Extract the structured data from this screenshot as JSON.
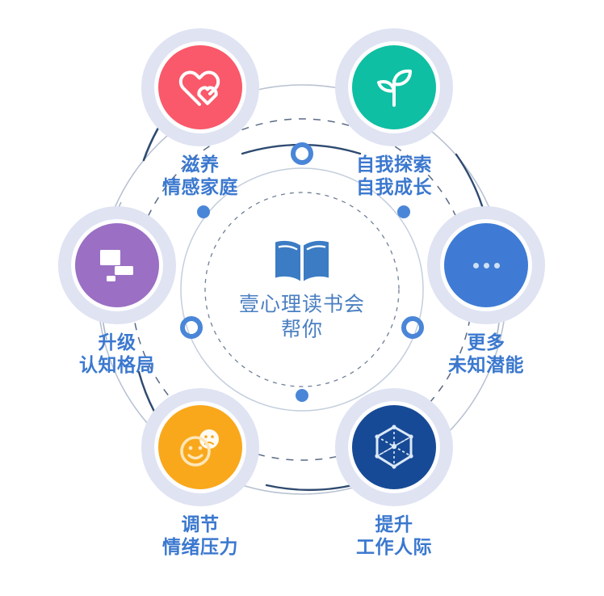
{
  "center": {
    "icon": "open-book-icon",
    "text": "壹心理读书会\n帮你",
    "text_color": "#4a7fc1",
    "icon_color": "#3b7cc4"
  },
  "palette": {
    "background": "#ffffff",
    "halo": "#dfe3f2",
    "label_blue": "#3b78cf",
    "arc_dark": "#2e4a70",
    "arc_light": "#9aa7bd",
    "dashed": "#5a6a85",
    "node_dot": "#4a86d8",
    "ring_node": "#4a86d8"
  },
  "nodes": [
    {
      "id": "nourish-family",
      "icon": "double-heart-icon",
      "color": "#f9596a",
      "label": "滋养\n情感家庭",
      "position": "top-left"
    },
    {
      "id": "self-exploration-growth",
      "icon": "sprout-icon",
      "color": "#0ebfa3",
      "label": "自我探索\n自我成长",
      "position": "top-right"
    },
    {
      "id": "upgrade-cognition",
      "icon": "stacked-blocks-icon",
      "color": "#9b6fc4",
      "label": "升级\n认知格局",
      "position": "left"
    },
    {
      "id": "more-potential",
      "icon": "ellipsis-icon",
      "color": "#3f7bd4",
      "label": "更多\n未知潜能",
      "position": "right"
    },
    {
      "id": "regulate-emotion",
      "icon": "smiley-sad-faces-icon",
      "color": "#f9a81c",
      "label": "调节\n情绪压力",
      "position": "bottom-left"
    },
    {
      "id": "improve-work-relations",
      "icon": "hexagon-network-icon",
      "color": "#174a96",
      "label": "提升\n工作人际",
      "position": "bottom-right"
    }
  ],
  "connector_nodes": [
    {
      "id": "ring-top",
      "style": "ring"
    },
    {
      "id": "dot-upper-left",
      "style": "dot"
    },
    {
      "id": "dot-upper-right",
      "style": "dot"
    },
    {
      "id": "ring-left",
      "style": "ring"
    },
    {
      "id": "ring-right",
      "style": "ring"
    },
    {
      "id": "dot-bottom",
      "style": "dot"
    }
  ]
}
